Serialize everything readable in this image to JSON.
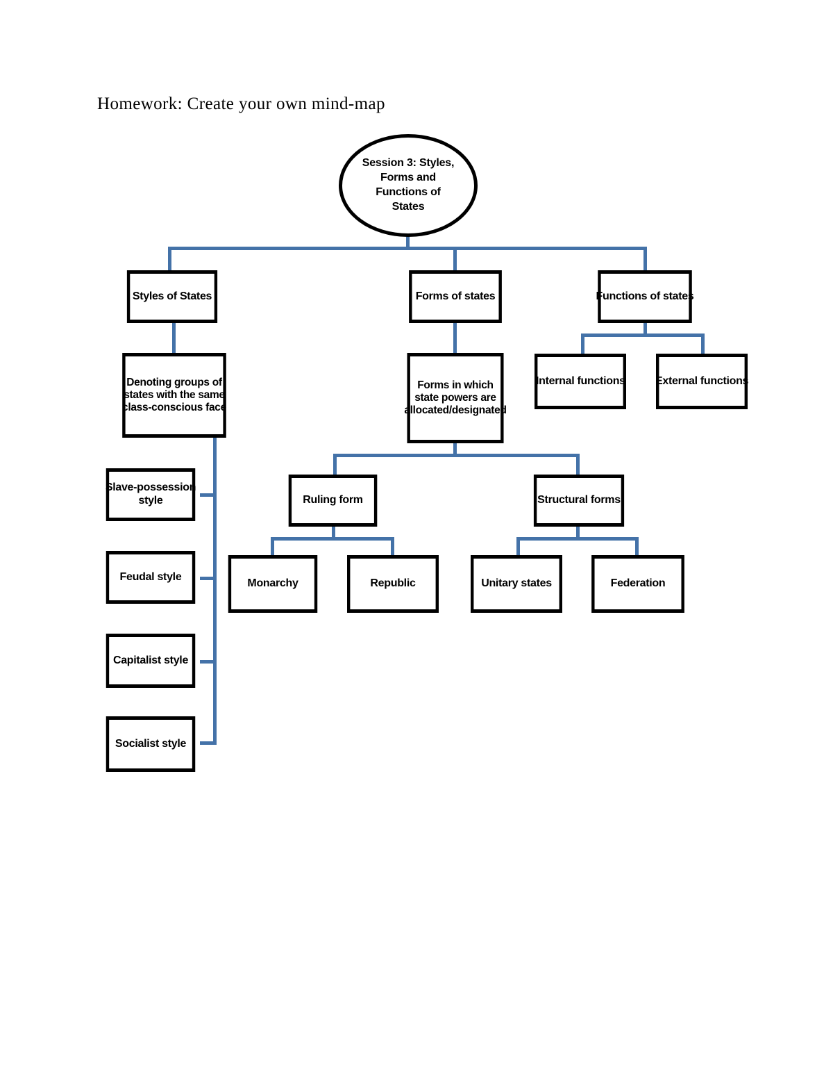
{
  "page": {
    "title": "Homework:  Create your own mind-map",
    "background_color": "#ffffff",
    "connector_color": "#4472a8",
    "node_border_color": "#000000",
    "node_fill_color": "#ffffff"
  },
  "mindmap": {
    "root": {
      "label": "Session 3: Styles, Forms and Functions of States",
      "shape": "ellipse"
    },
    "branches": [
      {
        "id": "styles",
        "label": "Styles of States",
        "detail": "Denoting groups of states with the same class-conscious face",
        "children": [
          {
            "id": "slave",
            "label": "Slave-possession style"
          },
          {
            "id": "feudal",
            "label": "Feudal style"
          },
          {
            "id": "capitalist",
            "label": "Capitalist style"
          },
          {
            "id": "socialist",
            "label": "Socialist style"
          }
        ]
      },
      {
        "id": "forms",
        "label": "Forms of states",
        "detail": "Forms in which state powers are allocated/designated",
        "children": [
          {
            "id": "ruling-form",
            "label": "Ruling form",
            "children": [
              {
                "id": "monarchy",
                "label": "Monarchy"
              },
              {
                "id": "republic",
                "label": "Republic"
              }
            ]
          },
          {
            "id": "structural-forms",
            "label": "Structural forms",
            "children": [
              {
                "id": "unitary-states",
                "label": "Unitary states"
              },
              {
                "id": "federation",
                "label": "Federation"
              }
            ]
          }
        ]
      },
      {
        "id": "functions",
        "label": "Functions of states",
        "children": [
          {
            "id": "internal-functions",
            "label": "Internal functions"
          },
          {
            "id": "external-functions",
            "label": "External functions"
          }
        ]
      }
    ]
  }
}
